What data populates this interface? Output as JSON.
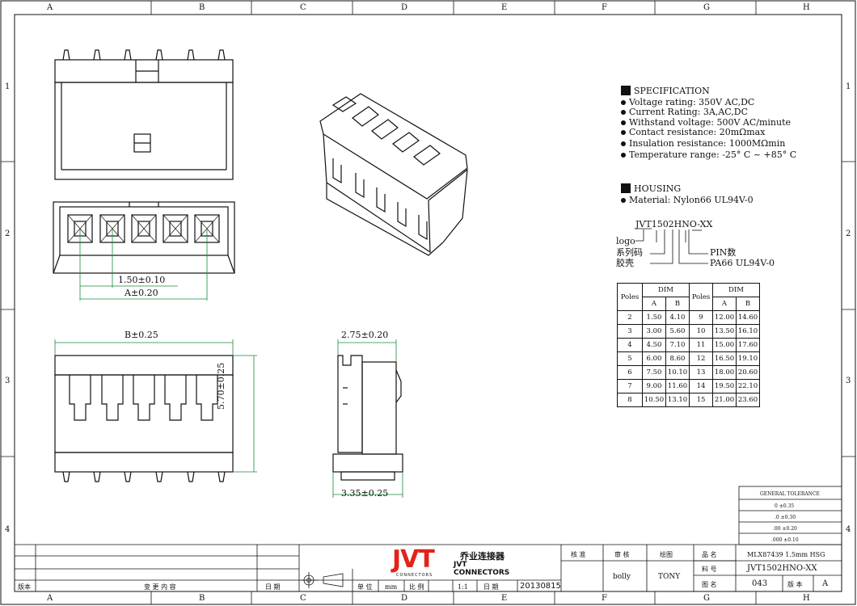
{
  "zones_top": [
    "A",
    "B",
    "C",
    "D",
    "E",
    "F",
    "G",
    "H"
  ],
  "zones_side": [
    "1",
    "2",
    "3",
    "4"
  ],
  "dims": {
    "pitch": "1.50±0.10",
    "a": "A±0.20",
    "b": "B±0.25",
    "height": "5.70±0.25",
    "side_top": "2.75±0.20",
    "side_bottom": "3.35±0.25"
  },
  "spec": {
    "title": "SPECIFICATION",
    "items": [
      "Voltage rating: 350V AC,DC",
      "Current Rating: 3A,AC,DC",
      "Withstand voltage: 500V AC/minute",
      "Contact resistance: 20mΩmax",
      "Insulation resistance: 1000MΩmin",
      "Temperature range: -25° C ~ +85° C"
    ]
  },
  "housing": {
    "title": "HOUSING",
    "material": "Material: Nylon66 UL94V-0"
  },
  "part_code": {
    "code": "JVT1502HNO-XX",
    "logo": "logo",
    "series": "系列码",
    "shell": "胶壳",
    "pin": "PIN数",
    "pa66": "PA66 UL94V-0"
  },
  "dim_table": {
    "poles_label": "Poles",
    "dim_label": "DIM",
    "a_label": "A",
    "b_label": "B",
    "rows": [
      [
        "2",
        "1.50",
        "4.10",
        "9",
        "12.00",
        "14.60"
      ],
      [
        "3",
        "3.00",
        "5.60",
        "10",
        "13.50",
        "16.10"
      ],
      [
        "4",
        "4.50",
        "7.10",
        "11",
        "15.00",
        "17.60"
      ],
      [
        "5",
        "6.00",
        "8.60",
        "12",
        "16.50",
        "19.10"
      ],
      [
        "6",
        "7.50",
        "10.10",
        "13",
        "18.00",
        "20.60"
      ],
      [
        "7",
        "9.00",
        "11.60",
        "14",
        "19.50",
        "22.10"
      ],
      [
        "8",
        "10.50",
        "13.10",
        "15",
        "21.00",
        "23.60"
      ]
    ]
  },
  "tolerance": {
    "title": "GENERAL TOLERANCE",
    "rows": [
      "0   ±0.35",
      ".0   ±0.30",
      ".00   ±0.20",
      ".000 ±0.10"
    ]
  },
  "title_block": {
    "version_label": "版本",
    "change_label": "变 更 内 容",
    "date_label": "日 期",
    "unit_label": "单 位",
    "unit": "mm",
    "scale_label": "比 例",
    "scale": "1:1",
    "date2_label": "日 期",
    "date": "20130815",
    "check_label": "核 准",
    "review_label": "审 核",
    "draw_label": "绘图",
    "reviewer": "bolly",
    "drawer": "TONY",
    "product_label": "品 名",
    "product": "MLX87439 1.5mm HSG",
    "part_label": "料 号",
    "part": "JVT1502HNO-XX",
    "drawing_label": "图 名",
    "drawing": "043",
    "rev_label": "版 本",
    "rev": "A"
  },
  "logo": {
    "mark": "JVT",
    "cn": "乔业连接器",
    "en": "JVT CONNECTORS",
    "sub": "CONNECTORS"
  }
}
